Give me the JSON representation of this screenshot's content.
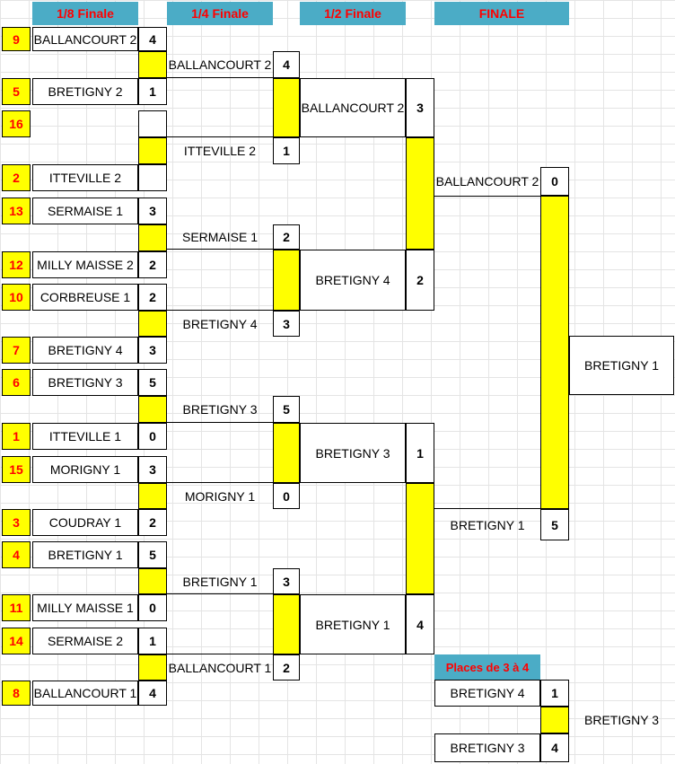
{
  "headers": {
    "r16": "1/8 Finale",
    "qf": "1/4 Finale",
    "sf": "1/2 Finale",
    "final": "FINALE",
    "places": "Places de 3 à 4"
  },
  "r16": [
    {
      "seed": "9",
      "team": "BALLANCOURT 2",
      "score": "4"
    },
    {
      "seed": "5",
      "team": "BRETIGNY 2",
      "score": "1"
    },
    {
      "seed": "16",
      "team": "",
      "score": ""
    },
    {
      "seed": "2",
      "team": "ITTEVILLE 2",
      "score": ""
    },
    {
      "seed": "13",
      "team": "SERMAISE 1",
      "score": "3"
    },
    {
      "seed": "12",
      "team": "MILLY MAISSE 2",
      "score": "2"
    },
    {
      "seed": "10",
      "team": "CORBREUSE 1",
      "score": "2"
    },
    {
      "seed": "7",
      "team": "BRETIGNY 4",
      "score": "3"
    },
    {
      "seed": "6",
      "team": "BRETIGNY 3",
      "score": "5"
    },
    {
      "seed": "1",
      "team": "ITTEVILLE 1",
      "score": "0"
    },
    {
      "seed": "15",
      "team": "MORIGNY 1",
      "score": "3"
    },
    {
      "seed": "3",
      "team": "COUDRAY 1",
      "score": "2"
    },
    {
      "seed": "4",
      "team": "BRETIGNY 1",
      "score": "5"
    },
    {
      "seed": "11",
      "team": "MILLY MAISSE 1",
      "score": "0"
    },
    {
      "seed": "14",
      "team": "SERMAISE 2",
      "score": "1"
    },
    {
      "seed": "8",
      "team": "BALLANCOURT 1",
      "score": "4"
    }
  ],
  "qf": [
    {
      "team": "BALLANCOURT 2",
      "score": "4"
    },
    {
      "team": "ITTEVILLE 2",
      "score": "1"
    },
    {
      "team": "SERMAISE 1",
      "score": "2"
    },
    {
      "team": "BRETIGNY 4",
      "score": "3"
    },
    {
      "team": "BRETIGNY 3",
      "score": "5"
    },
    {
      "team": "MORIGNY 1",
      "score": "0"
    },
    {
      "team": "BRETIGNY 1",
      "score": "3"
    },
    {
      "team": "BALLANCOURT 1",
      "score": "2"
    }
  ],
  "sf": [
    {
      "team": "BALLANCOURT 2",
      "score": "3"
    },
    {
      "team": "BRETIGNY 4",
      "score": "2"
    },
    {
      "team": "BRETIGNY 3",
      "score": "1"
    },
    {
      "team": "BRETIGNY 1",
      "score": "4"
    }
  ],
  "final": [
    {
      "team": "BALLANCOURT 2",
      "score": "0"
    },
    {
      "team": "BRETIGNY 1",
      "score": "5"
    }
  ],
  "champion": "BRETIGNY 1",
  "third_place": [
    {
      "team": "BRETIGNY 4",
      "score": "1"
    },
    {
      "team": "BRETIGNY 3",
      "score": "4"
    }
  ],
  "third_winner": "BRETIGNY 3"
}
